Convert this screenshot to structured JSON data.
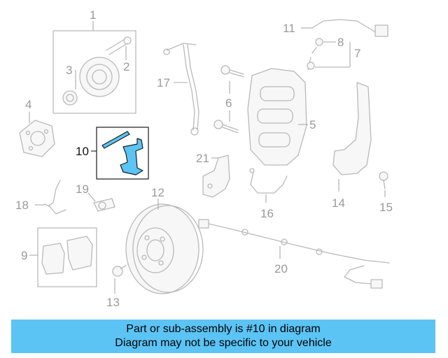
{
  "diagram": {
    "callouts": [
      "1",
      "2",
      "3",
      "4",
      "5",
      "6",
      "7",
      "8",
      "9",
      "10",
      "11",
      "12",
      "13",
      "14",
      "15",
      "16",
      "17",
      "18",
      "19",
      "20",
      "21"
    ],
    "highlighted_callout": "10",
    "highlight_color": "#5bc4f5"
  },
  "banner": {
    "line1": "Part or sub-assembly is #10 in diagram",
    "line2": "Diagram may not be specific to your vehicle",
    "background": "#5bc4f5"
  }
}
